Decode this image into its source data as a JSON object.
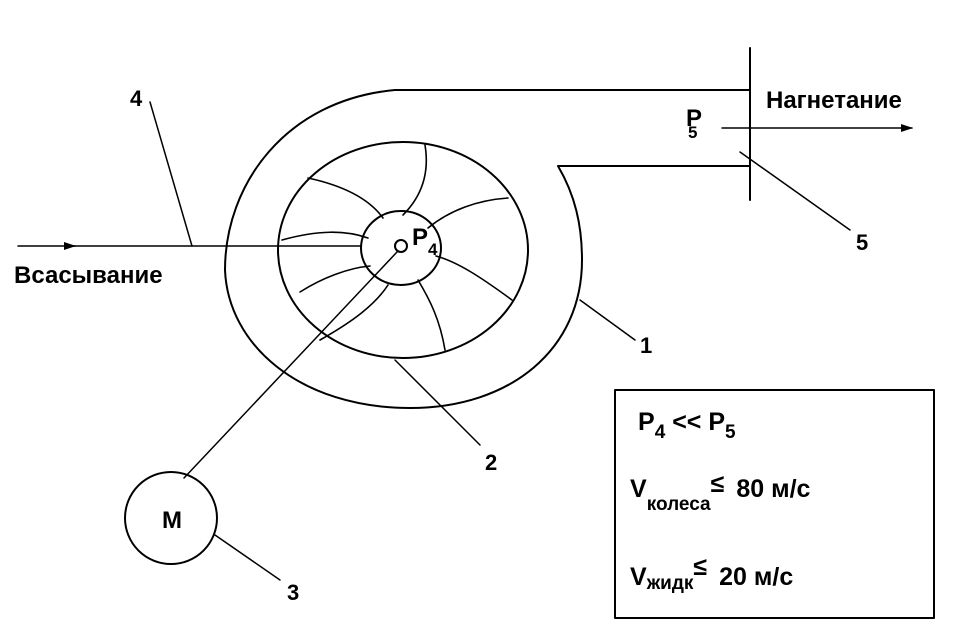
{
  "labels": {
    "suction": "Всасывание",
    "discharge": "Нагнетание",
    "motor": "М"
  },
  "pressures": {
    "p4": {
      "base": "P",
      "sub": "4"
    },
    "p5": {
      "base": "P",
      "sub": "5"
    }
  },
  "callouts": {
    "housing": "1",
    "impeller": "2",
    "motor": "3",
    "inlet": "4",
    "outlet": "5"
  },
  "info_box": {
    "relation": {
      "left_base": "P",
      "left_sub": "4",
      "op": " << ",
      "right_base": "P",
      "right_sub": "5"
    },
    "wheel_speed": {
      "base": "V",
      "sub": "колеса",
      "op": "≤",
      "value": "80 м/с"
    },
    "liquid_speed": {
      "base": "V",
      "sub": "жидк",
      "op": "≤",
      "value": "20 м/с"
    }
  }
}
